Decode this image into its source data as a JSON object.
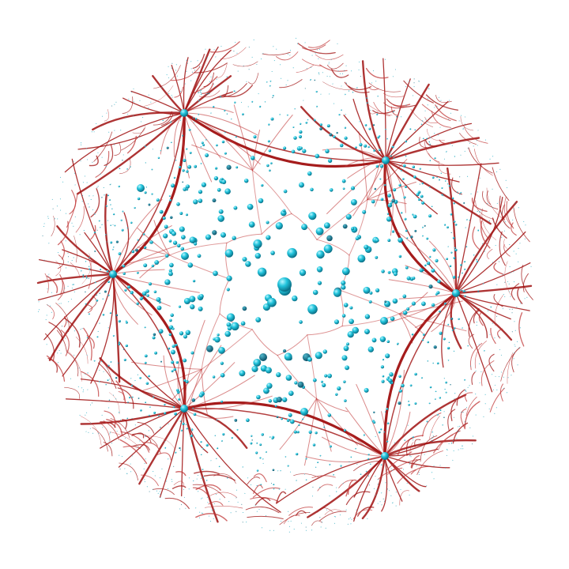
{
  "image": {
    "description_type": "hyperbolic-tiling-render",
    "background": "#ffffff",
    "colors": {
      "edge": "#a01010",
      "edge_light": "#c23a3a",
      "vertex": "#1ec6dc",
      "vertex_dark": "#0f7f99",
      "vertex_highlight": "#8ff0ff"
    },
    "icons": [
      "disk-boundary",
      "geodesic-edge",
      "vertex-sphere"
    ]
  }
}
